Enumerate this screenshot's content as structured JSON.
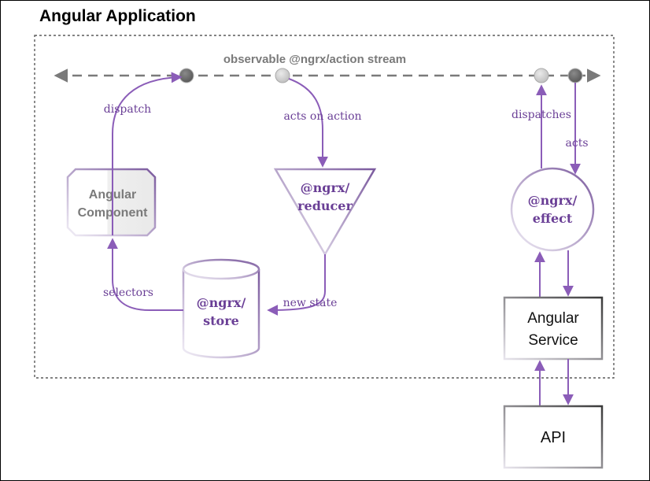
{
  "app_title": "Angular Application",
  "stream_label": "observable @ngrx/action stream",
  "component": {
    "line1": "Angular",
    "line2": "Component"
  },
  "reducer": {
    "line1": "@ngrx/",
    "line2": "reducer"
  },
  "store": {
    "line1": "@ngrx/",
    "line2": "store"
  },
  "effect": {
    "line1": "@ngrx/",
    "line2": "effect"
  },
  "service": {
    "line1": "Angular",
    "line2": "Service"
  },
  "api": {
    "label": "API"
  },
  "edges": {
    "dispatch": "dispatch",
    "acts_on_action": "acts on action",
    "new_state": "new state",
    "selectors": "selectors",
    "dispatches": "dispatches",
    "acts": "acts"
  },
  "colors": {
    "accent_purple": "#8b5db8",
    "label_purple": "#6a3f96",
    "stream_gray": "#7a7a7a",
    "dot_dark": "#6e6e6e",
    "dot_light": "#cfcfcf",
    "frame_gray": "#5a5a5a"
  }
}
